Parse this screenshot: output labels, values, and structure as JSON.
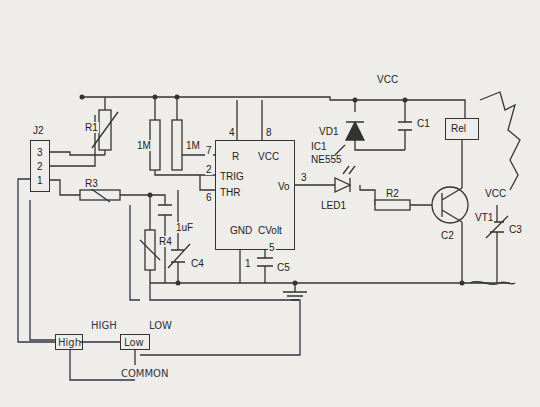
{
  "diagram": {
    "nodes": [
      {
        "text": [
          "J2",
          "3",
          "2",
          "1"
        ]
      },
      {
        "text": [
          "IC1",
          "NE555",
          "R",
          "VCC",
          "TRIG",
          "THR",
          "GND",
          "CVolt",
          "Vo"
        ]
      },
      {
        "text": [
          "Rel"
        ]
      },
      {
        "text": [
          "High"
        ]
      },
      {
        "text": [
          "Low"
        ]
      }
    ],
    "edges": [
      {
        "from": 0,
        "to": 3,
        "arrow": "none"
      }
    ],
    "labels": [
      "R1",
      "1M",
      "1M",
      "4",
      "8",
      "7",
      "2",
      "6",
      "3",
      "1",
      "5",
      "R3",
      "R4",
      "1uF",
      "C4",
      "C5",
      "LED1",
      "R2",
      "VD1",
      "C1",
      "VCC",
      "VCC",
      "VT1",
      "C2",
      "C3",
      "HIGH",
      "LOW",
      "COMMON"
    ]
  }
}
